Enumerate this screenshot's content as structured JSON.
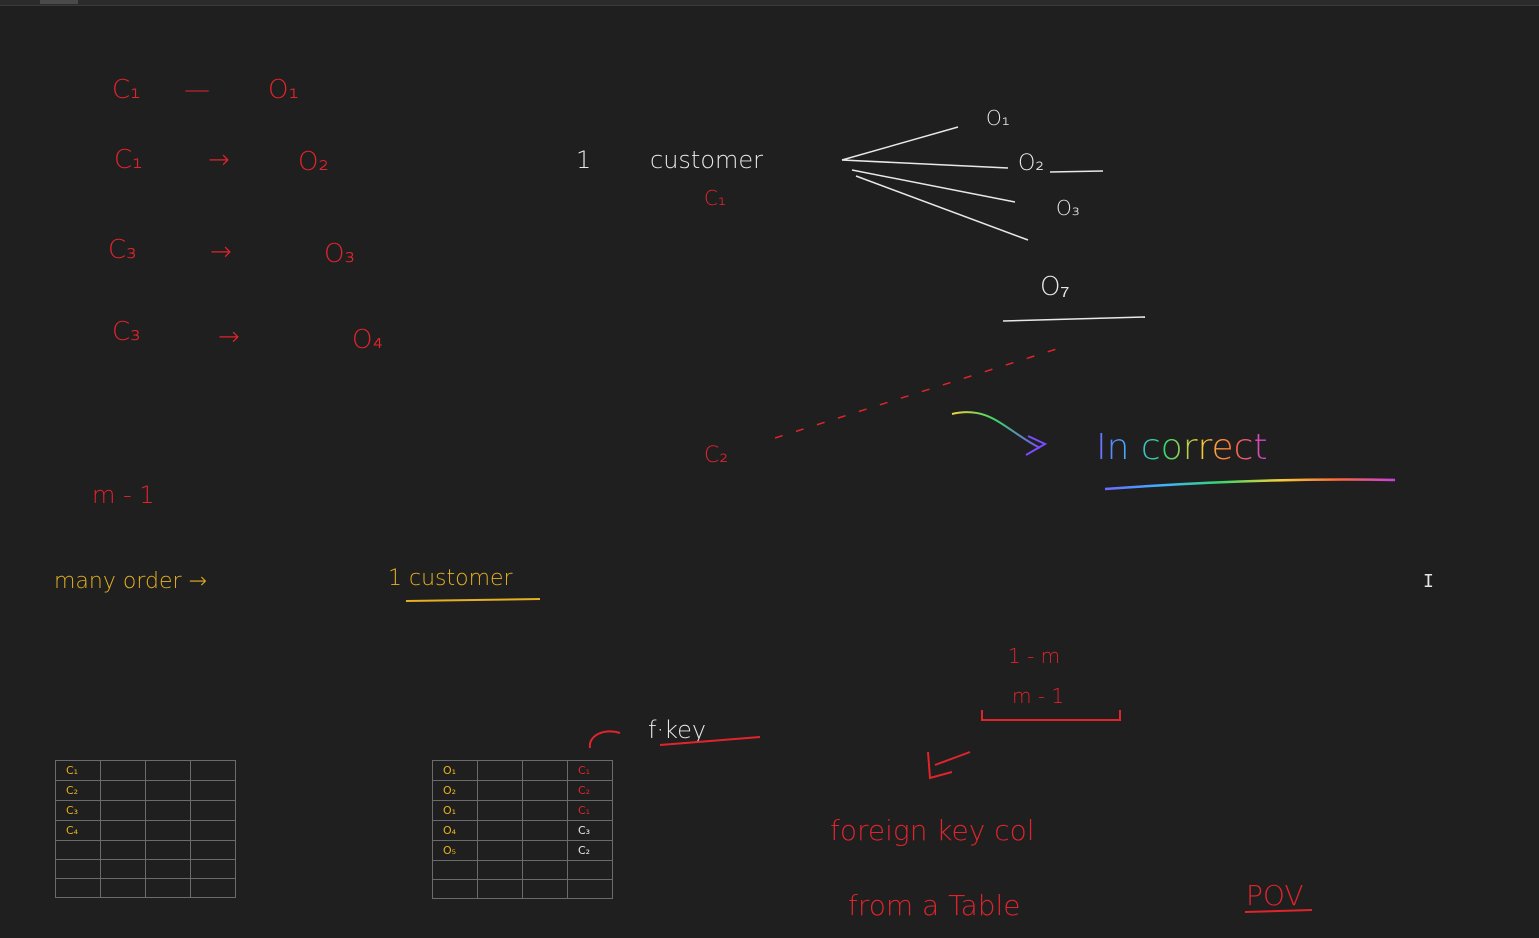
{
  "colors": {
    "background": "#1f1f1f",
    "red": "#e0242c",
    "white": "#e8e8e8",
    "yellow": "#e6b020",
    "grid": "#6b6b6b"
  },
  "left_mappings": [
    {
      "c": "C₁",
      "arrow": "—",
      "o": "O₁"
    },
    {
      "c": "C₁",
      "arrow": "→",
      "o": "O₂"
    },
    {
      "c": "C₃",
      "arrow": "→",
      "o": "O₃"
    },
    {
      "c": "C₃",
      "arrow": "→",
      "o": "O₄"
    }
  ],
  "relation_label": "m - 1",
  "many_order": {
    "left": "many order →",
    "right": "1 customer"
  },
  "customer_diagram": {
    "count": "1",
    "label": "customer",
    "sub": "C₁",
    "orders": [
      "O₁",
      "O₂",
      "O₃",
      "O₇"
    ],
    "c2": "C₂",
    "verdict": "In correct"
  },
  "right_notes": {
    "line1": "1 - m",
    "line2": "m - 1"
  },
  "fkey_label": "f·key",
  "foreign_key": {
    "line1": "foreign key col",
    "line2": "from a Table",
    "pov": "POV"
  },
  "customers_table": {
    "rows": [
      "C₁",
      "C₂",
      "C₃",
      "C₄",
      "",
      "",
      ""
    ]
  },
  "orders_table": {
    "rows": [
      {
        "o": "O₁",
        "c": "C₁"
      },
      {
        "o": "O₂",
        "c": "C₂"
      },
      {
        "o": "O₁",
        "c": "C₁"
      },
      {
        "o": "O₄",
        "c": "C₃"
      },
      {
        "o": "O₅",
        "c": "C₂"
      },
      {
        "o": "",
        "c": ""
      },
      {
        "o": "",
        "c": ""
      }
    ]
  },
  "cursor_icon": "text-cursor-icon"
}
